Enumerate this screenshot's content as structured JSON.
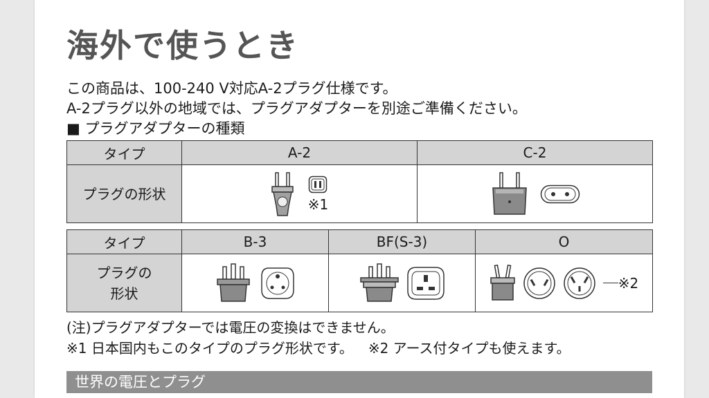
{
  "title": "海外で使うとき",
  "intro": {
    "line1": "この商品は、100-240 V対応A-2プラグ仕様です。",
    "line2": "A-2プラグ以外の地域では、プラグアダプターを別途ご準備ください。",
    "subheading": "■ プラグアダプターの種類"
  },
  "table1": {
    "header_label": "タイプ",
    "row_label": "プラグの形状",
    "types": [
      "A-2",
      "C-2"
    ],
    "a2_note": "※1"
  },
  "table2": {
    "header_label": "タイプ",
    "row_label_line1": "プラグの",
    "row_label_line2": "形状",
    "types": [
      "B-3",
      "BF(S-3)",
      "O"
    ],
    "o_note": "※2"
  },
  "notes": {
    "line1": "(注)プラグアダプターでは電圧の変換はできません。",
    "note1": "※1 日本国内もこのタイプのプラグ形状です。",
    "note2": "※2 アース付タイプも使えます。"
  },
  "section_bar": "世界の電圧とプラグ",
  "colors": {
    "header_gray": "#d4d4d4",
    "section_gray": "#8f8f8f",
    "title_gray": "#555555"
  },
  "icons": [
    "plug-a2-icon",
    "socket-a2-icon",
    "plug-c2-icon",
    "socket-c2-icon",
    "plug-b3-icon",
    "socket-b3-icon",
    "plug-bf-icon",
    "socket-bf-icon",
    "plug-o-icon",
    "socket-o-icon",
    "socket-o-earth-icon"
  ]
}
